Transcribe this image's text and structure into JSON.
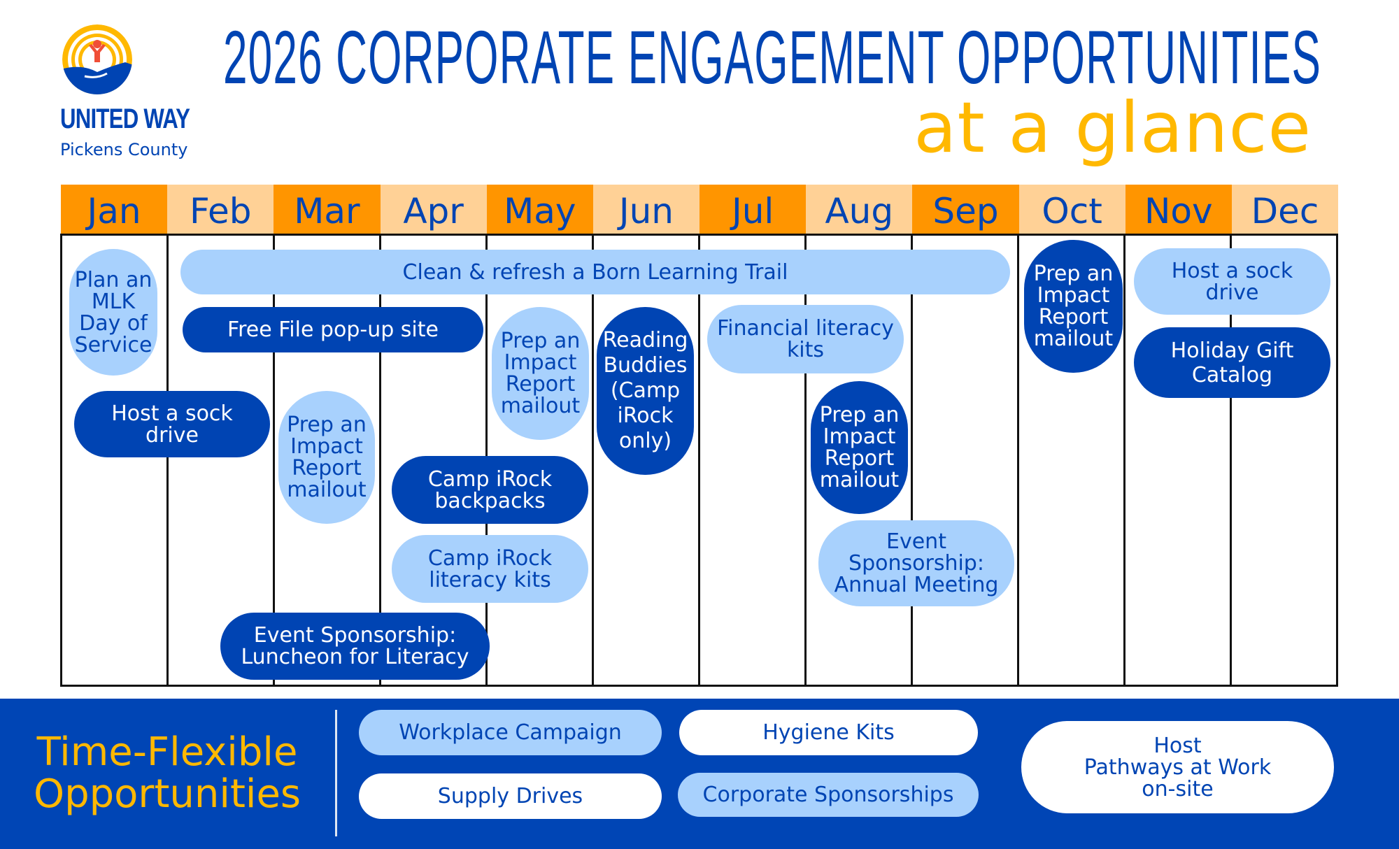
{
  "brand": {
    "logo": "united-way-hand-logo",
    "name": "UNITED WAY",
    "subname": "Pickens County"
  },
  "header": {
    "title": "2026 CORPORATE ENGAGEMENT OPPORTUNITIES",
    "subtitle": "at a glance"
  },
  "colors": {
    "primary_blue": "#0044b3",
    "light_blue": "#a8d1fd",
    "accent_yellow": "#ffb800",
    "month_dark": "#ff9500",
    "month_light": "#ffd196"
  },
  "months": [
    "Jan",
    "Feb",
    "Mar",
    "Apr",
    "May",
    "Jun",
    "Jul",
    "Aug",
    "Sep",
    "Oct",
    "Nov",
    "Dec"
  ],
  "calendar": {
    "items": [
      {
        "label": "Plan an\nMLK\nDay of\nService",
        "month": "Jan",
        "style": "light"
      },
      {
        "label": "Clean & refresh a Born Learning Trail",
        "month": "Feb-Sep",
        "style": "light"
      },
      {
        "label": "Free File pop-up site",
        "month": "Feb-Apr",
        "style": "dark"
      },
      {
        "label": "Host a sock\ndrive",
        "month": "Jan-Feb",
        "style": "dark"
      },
      {
        "label": "Prep an\nImpact\nReport\nmailout",
        "month": "Mar",
        "style": "light"
      },
      {
        "label": "Prep an\nImpact\nReport\nmailout",
        "month": "May",
        "style": "light"
      },
      {
        "label": "Reading\nBuddies\n(Camp\niRock\nonly)",
        "month": "Jun",
        "style": "dark"
      },
      {
        "label": "Financial literacy\nkits",
        "month": "Jul-Aug",
        "style": "light"
      },
      {
        "label": "Prep an\nImpact\nReport\nmailout",
        "month": "Aug",
        "style": "dark"
      },
      {
        "label": "Camp iRock\nbackpacks",
        "month": "Apr-May",
        "style": "dark"
      },
      {
        "label": "Camp iRock\nliteracy kits",
        "month": "Apr-May",
        "style": "light"
      },
      {
        "label": "Event\nSponsorship:\nAnnual Meeting",
        "month": "Aug-Sep",
        "style": "light"
      },
      {
        "label": "Event Sponsorship:\nLuncheon for Literacy",
        "month": "Feb-Apr",
        "style": "dark"
      },
      {
        "label": "Prep an\nImpact\nReport\nmailout",
        "month": "Oct",
        "style": "dark"
      },
      {
        "label": "Host a sock\ndrive",
        "month": "Nov-Dec",
        "style": "light"
      },
      {
        "label": "Holiday Gift\nCatalog",
        "month": "Nov-Dec",
        "style": "dark"
      }
    ]
  },
  "flexible": {
    "title": "Time-Flexible\nOpportunities",
    "items": [
      {
        "label": "Workplace Campaign",
        "style": "light"
      },
      {
        "label": "Hygiene Kits",
        "style": "white"
      },
      {
        "label": "Supply Drives",
        "style": "white"
      },
      {
        "label": "Corporate Sponsorships",
        "style": "light"
      },
      {
        "label": "Host\nPathways at Work\non-site",
        "style": "white"
      }
    ]
  }
}
